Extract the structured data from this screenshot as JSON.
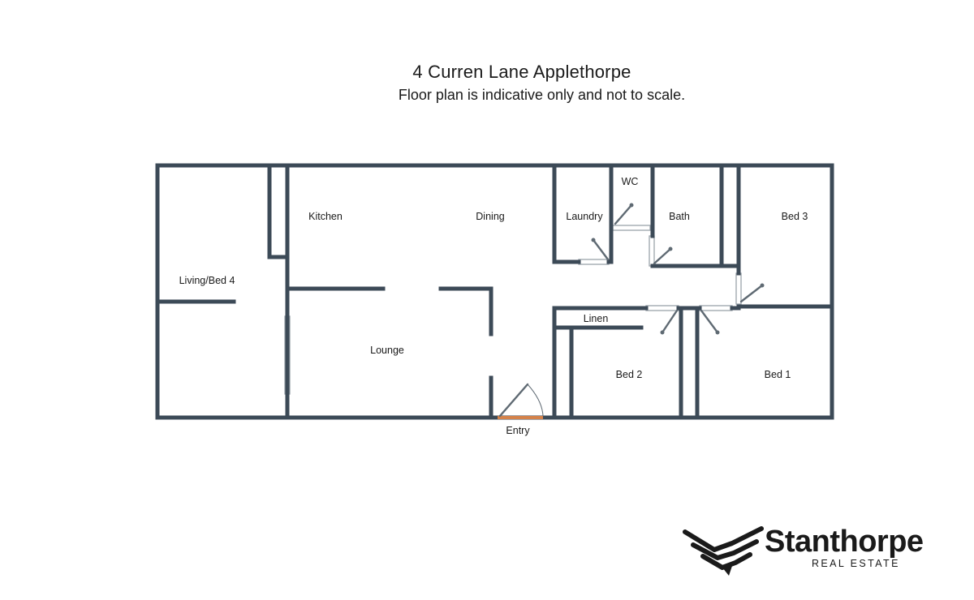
{
  "header": {
    "title": "4 Curren Lane Applethorpe",
    "subtitle": "Floor plan is indicative only and not to scale."
  },
  "rooms": [
    {
      "key": "living",
      "label": "Living/Bed 4"
    },
    {
      "key": "kitchen",
      "label": "Kitchen"
    },
    {
      "key": "dining",
      "label": "Dining"
    },
    {
      "key": "laundry",
      "label": "Laundry"
    },
    {
      "key": "wc",
      "label": "WC"
    },
    {
      "key": "bath",
      "label": "Bath"
    },
    {
      "key": "bed3",
      "label": "Bed 3"
    },
    {
      "key": "lounge",
      "label": "Lounge"
    },
    {
      "key": "linen",
      "label": "Linen"
    },
    {
      "key": "bed2",
      "label": "Bed 2"
    },
    {
      "key": "bed1",
      "label": "Bed 1"
    },
    {
      "key": "entry",
      "label": "Entry"
    }
  ],
  "brand": {
    "name": "Stanthorpe",
    "tagline": "REAL ESTATE",
    "logo_icon": "eagle-wing-icon"
  },
  "colors": {
    "wall": "#3c4a57",
    "entry_sill": "#d4824a",
    "text": "#1a1a1a"
  }
}
